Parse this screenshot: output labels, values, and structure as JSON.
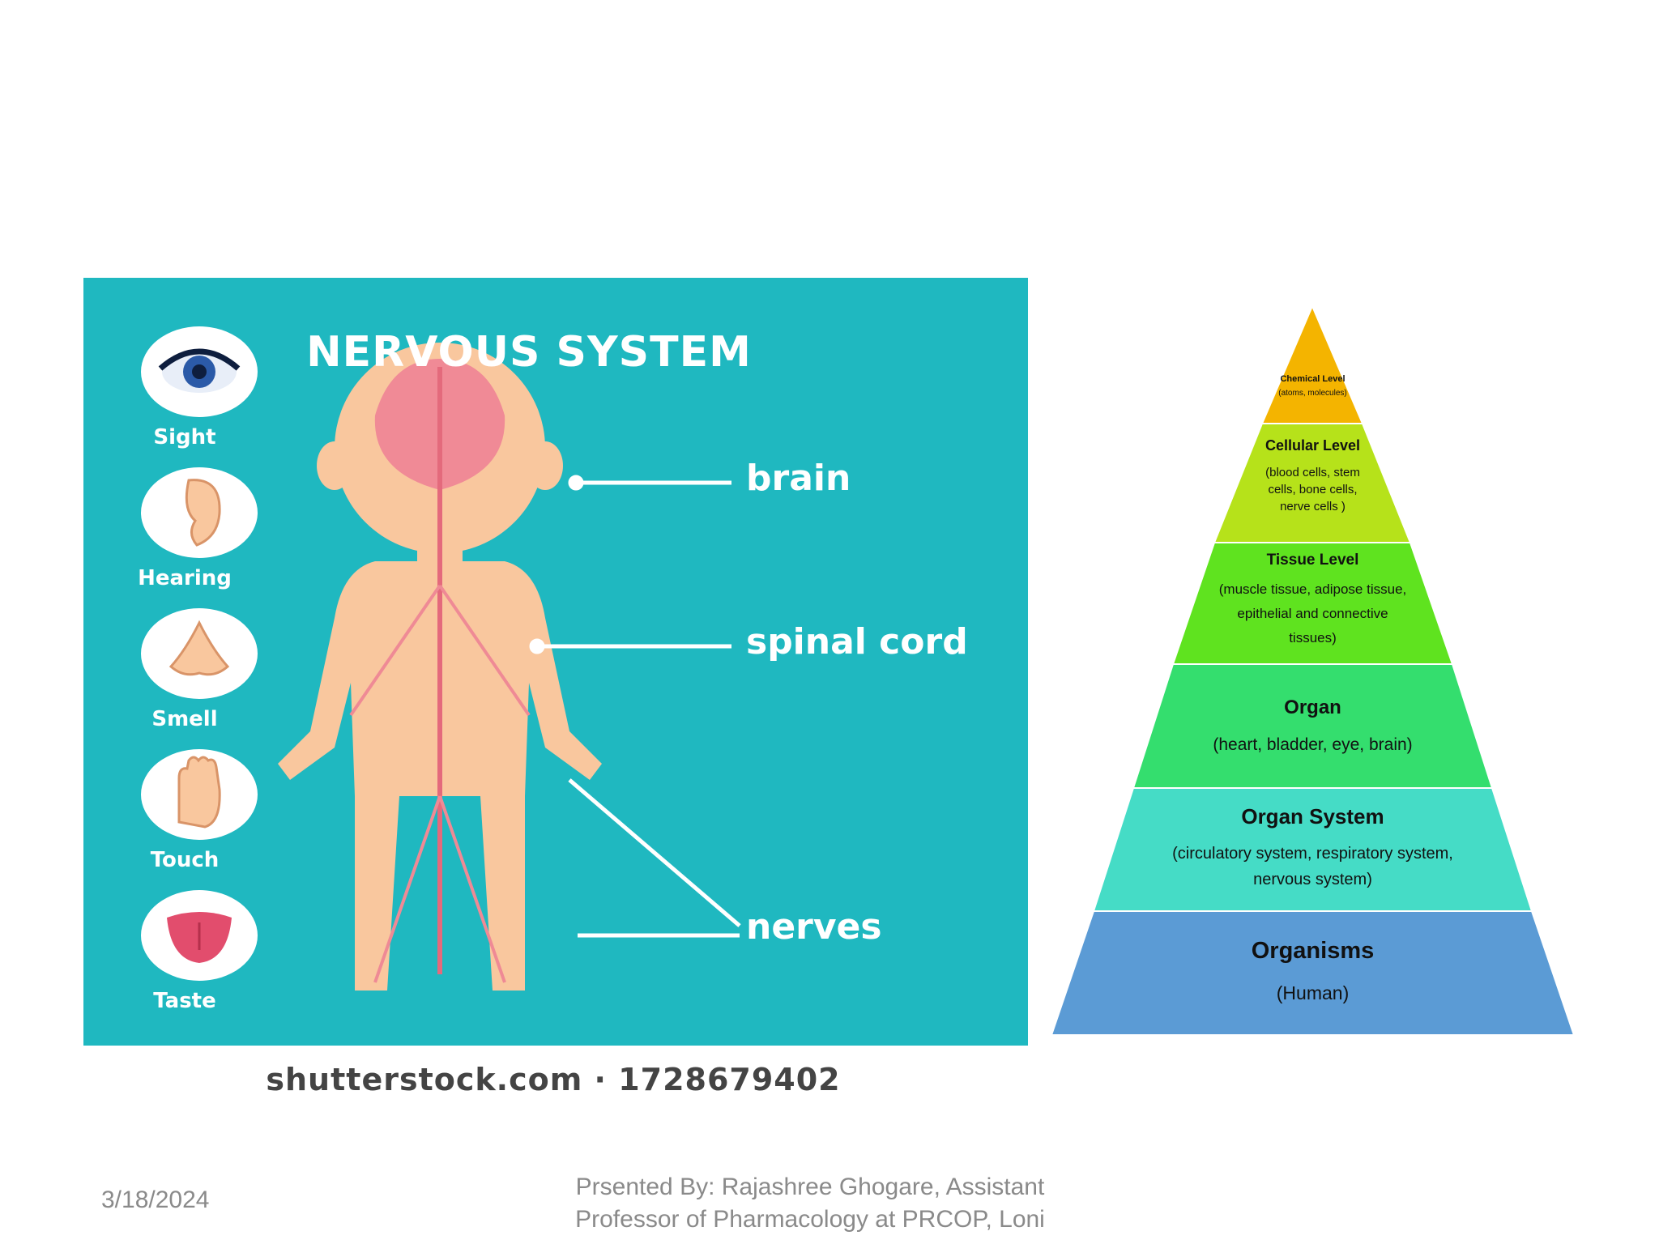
{
  "nervous_system": {
    "title": "NERVOUS SYSTEM",
    "senses": [
      "Sight",
      "Hearing",
      "Smell",
      "Touch",
      "Taste"
    ],
    "parts": [
      "brain",
      "spinal cord",
      "nerves"
    ],
    "watermark": "shutterstock.com · 1728679402",
    "colors": {
      "background": "#1fb8c0",
      "skin": "#f9c79e",
      "brain": "#f08a96"
    }
  },
  "pyramid": {
    "levels": [
      {
        "title": "Chemical Level",
        "detail": "(atoms, molecules)",
        "color": "#f4b400"
      },
      {
        "title": "Cellular Level",
        "detail": "(blood cells, stem cells, bone cells, nerve cells )",
        "color": "#b6e21a"
      },
      {
        "title": "Tissue Level",
        "detail": "(muscle tissue, adipose tissue, epithelial and connective tissues)",
        "color": "#5fe31f"
      },
      {
        "title": "Organ",
        "detail": "(heart, bladder, eye, brain)",
        "color": "#34de6e"
      },
      {
        "title": "Organ System",
        "detail": "(circulatory system, respiratory system, nervous system)",
        "color": "#45dcc6"
      },
      {
        "title": "Organisms",
        "detail": "(Human)",
        "color": "#5b9bd5"
      }
    ]
  },
  "footer": {
    "date": "3/18/2024",
    "presenter_line1": "Prsented By: Rajashree Ghogare, Assistant",
    "presenter_line2": "Professor of Pharmacology at PRCOP, Loni"
  }
}
